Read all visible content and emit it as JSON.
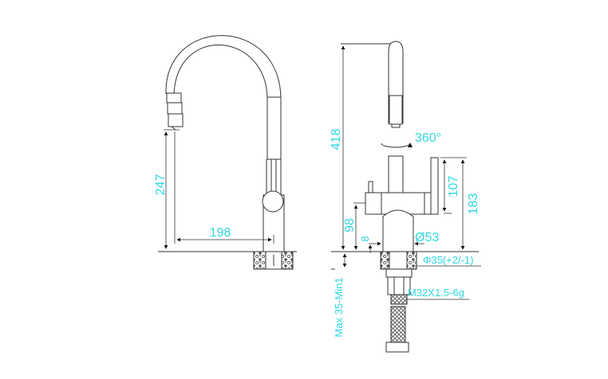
{
  "side_view": {
    "spout_height_label": "247",
    "spout_reach_label": "198"
  },
  "front_view": {
    "total_height_label": "418",
    "rotation_label": "360°",
    "lever_height_label": "107",
    "lever_top_label": "183",
    "body_height_label": "98",
    "offset_label": "8",
    "base_diameter_label": "Ø53",
    "hole_diameter_label": "Φ35(+2/-1)",
    "thread_label": "M32X1.5-6g",
    "counter_thickness_label": "Max 35-Min1"
  },
  "colors": {
    "dimension_text": "#2fd6e2",
    "line": "#333333"
  }
}
